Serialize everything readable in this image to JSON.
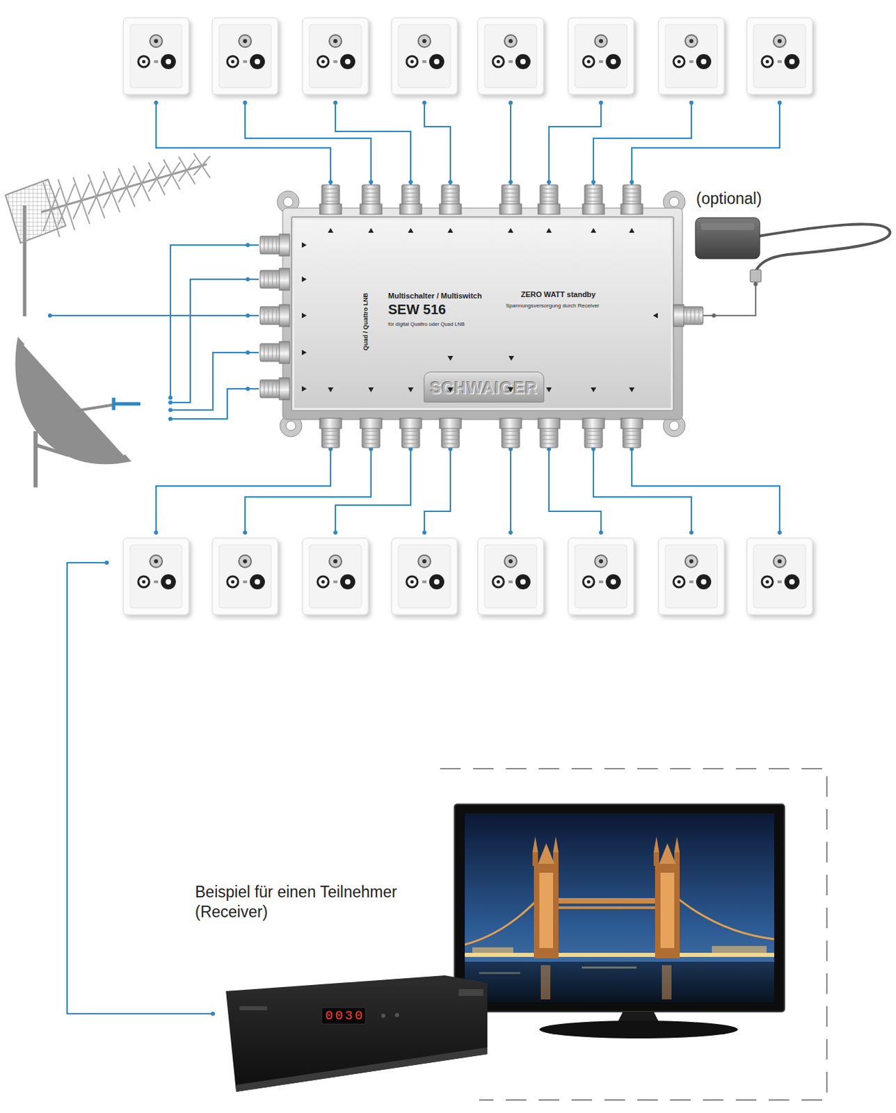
{
  "diagram": {
    "nodes": [
      {
        "text": [
          "Multischalter / Multiswitch",
          "SEW 516",
          "für digital Quattro oder Quad LNB",
          "ZERO WATT standby",
          "Spannungsversorgung durch Receiver",
          "Quad / Quattro LNB",
          "SCHWAIGER"
        ]
      },
      {
        "text": [
          "(optional)"
        ]
      },
      {
        "text": [
          "Beispiel für einen Teilnehmer (Receiver)",
          "0030"
        ]
      }
    ],
    "edges": [
      {
        "from": 1,
        "to": 0,
        "arrow": "none"
      }
    ]
  }
}
